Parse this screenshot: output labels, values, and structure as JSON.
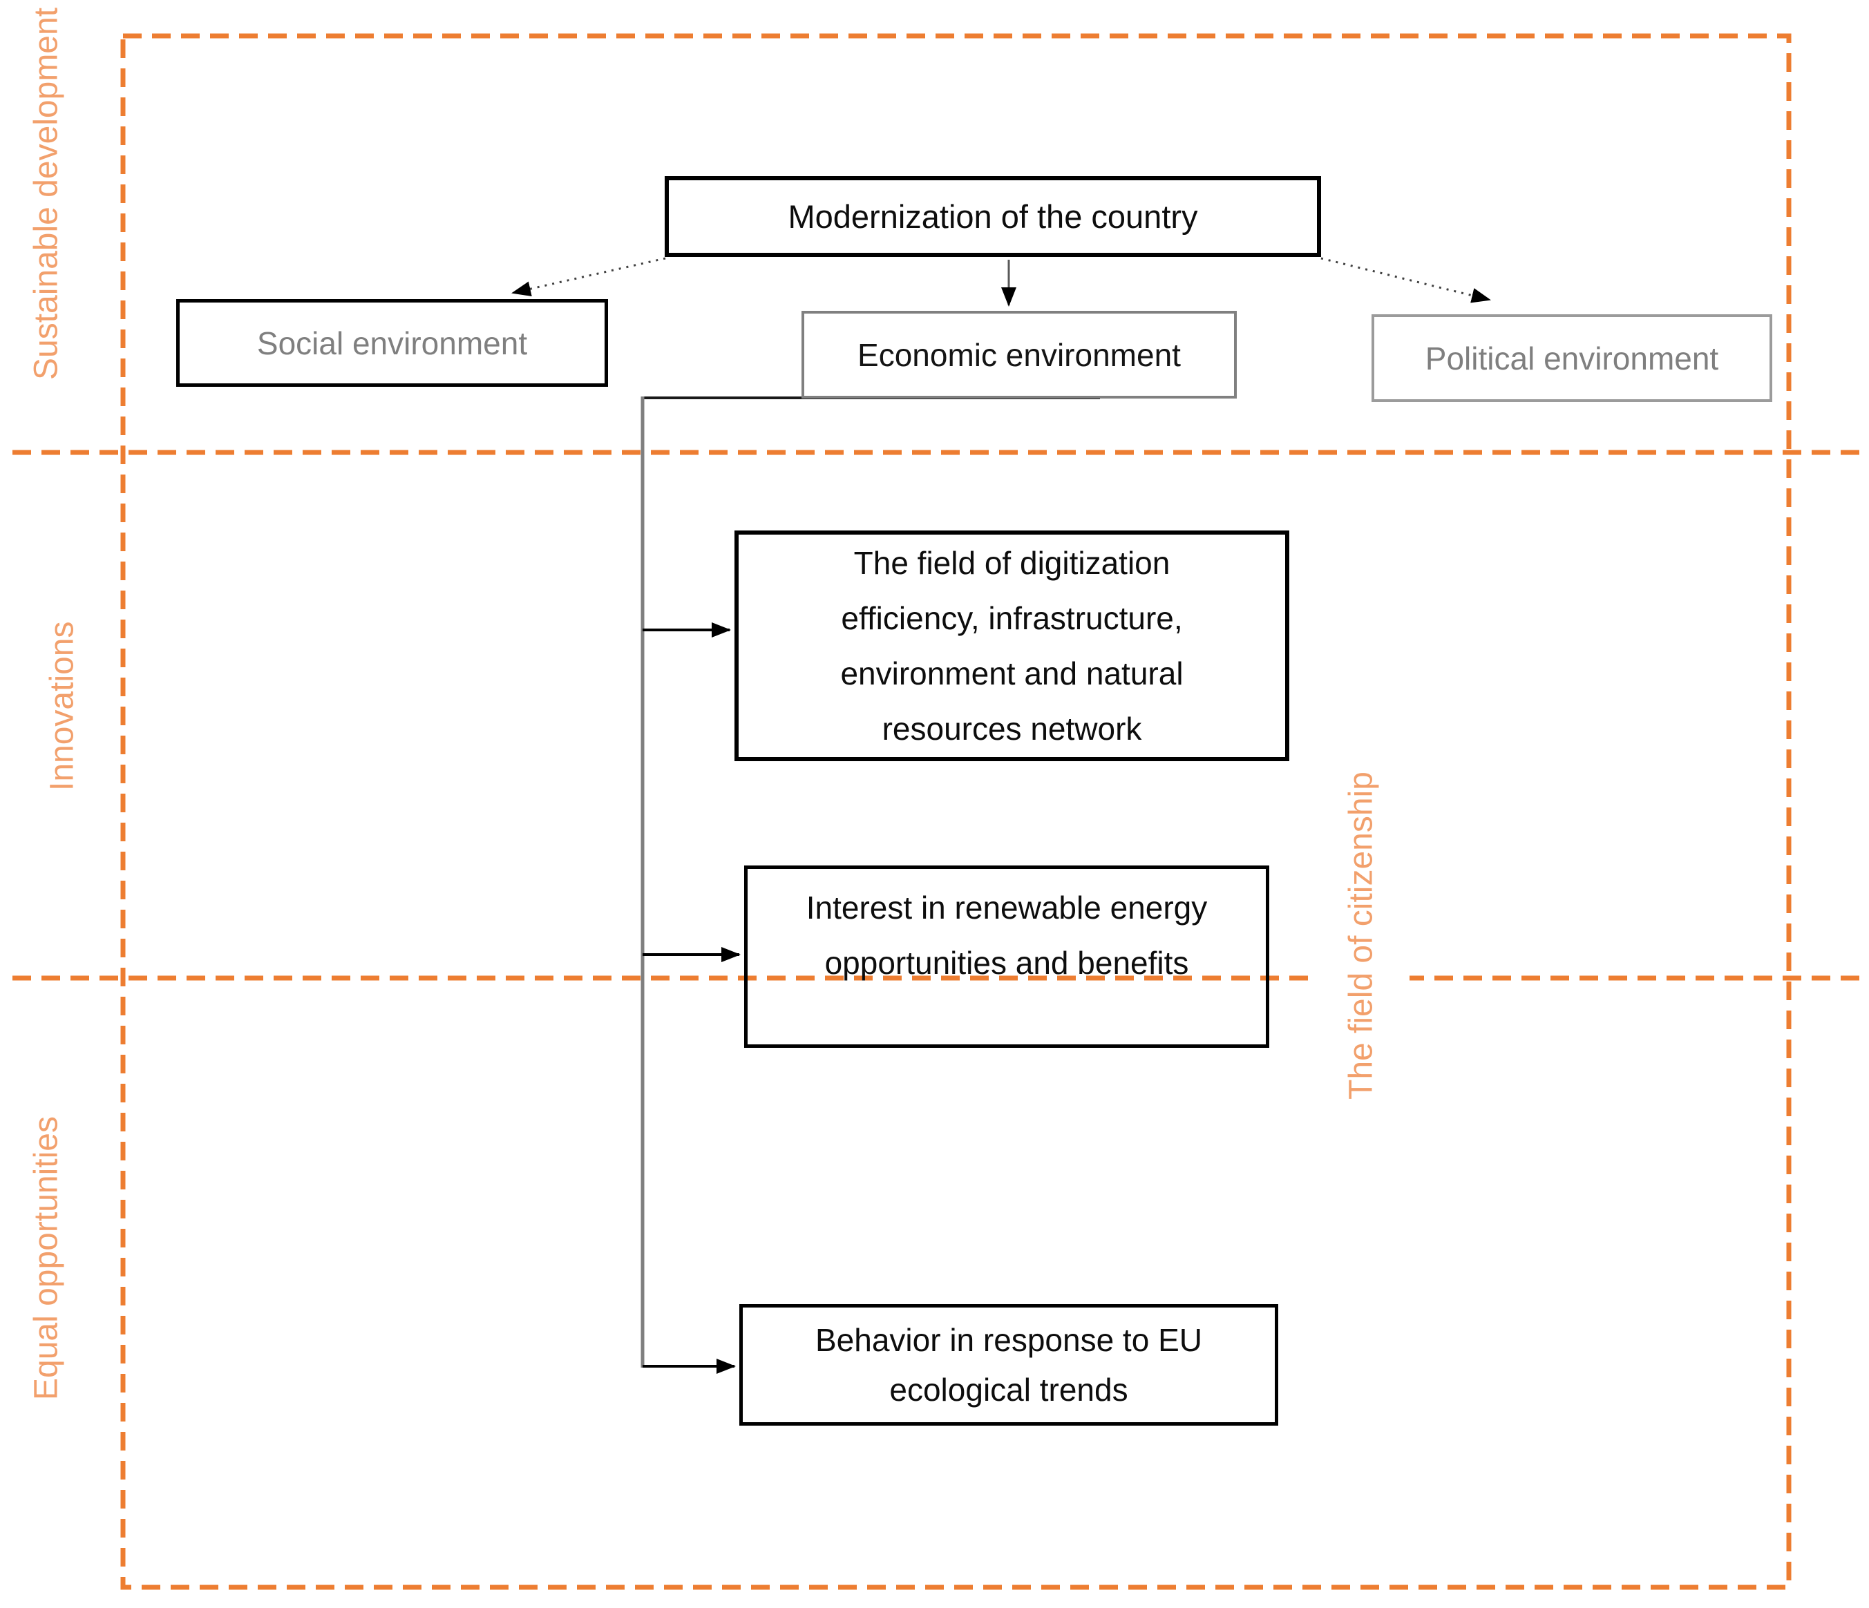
{
  "colors": {
    "dash_orange": "#ED7D31",
    "zone_label_orange": "#F2A06C",
    "gray_text": "#7F7F7F",
    "gray_border": "#808080",
    "light_gray_border": "#9B9B9B",
    "black": "#000000",
    "connector_gray": "#7F7F7F",
    "dotted_connector_dark": "#404040"
  },
  "zones": {
    "sustainable": "Sustainable development",
    "innovations": "Innovations",
    "equal": "Equal opportunities",
    "citizenship": "The field of citizenship"
  },
  "boxes": {
    "modernization": {
      "label": "Modernization of the country"
    },
    "social": {
      "label": "Social environment"
    },
    "economic": {
      "label": "Economic environment"
    },
    "political": {
      "label": "Political environment"
    },
    "digitization": {
      "lines": [
        "The field of digitization",
        "efficiency, infrastructure,",
        "environment and natural",
        "resources network"
      ]
    },
    "renewable": {
      "lines": [
        "Interest in renewable energy",
        "opportunities and benefits"
      ]
    },
    "behavior": {
      "lines": [
        "Behavior in response to EU",
        "ecological trends"
      ]
    }
  },
  "edges": [
    {
      "from": "modernization",
      "to": "social",
      "style": "dotted-arrow"
    },
    {
      "from": "modernization",
      "to": "economic",
      "style": "solid-arrow"
    },
    {
      "from": "modernization",
      "to": "political",
      "style": "dotted-arrow"
    },
    {
      "from": "economic",
      "to": "digitization",
      "style": "elbow-arrow"
    },
    {
      "from": "economic",
      "to": "renewable",
      "style": "elbow-arrow"
    },
    {
      "from": "economic",
      "to": "behavior",
      "style": "elbow-arrow"
    }
  ]
}
